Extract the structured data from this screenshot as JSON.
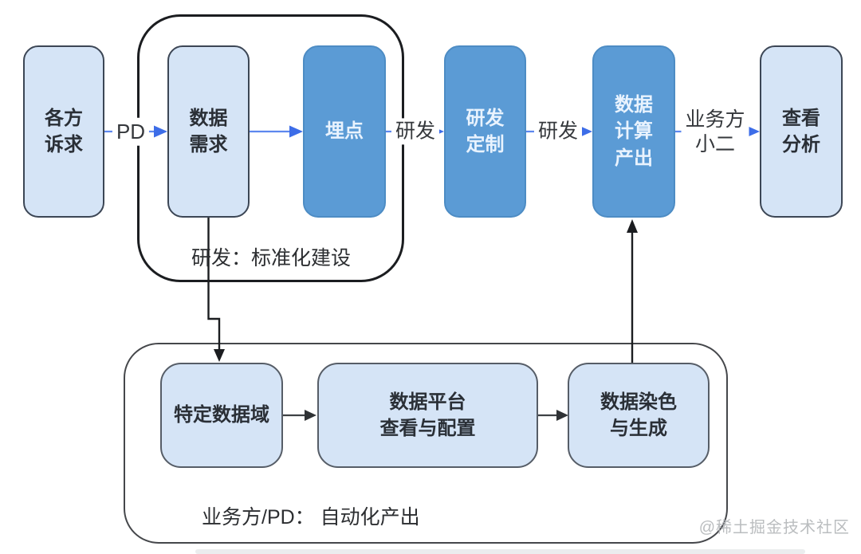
{
  "nodes": {
    "demands": {
      "label": "各方\n诉求"
    },
    "data_requirement": {
      "label": "数据\n需求"
    },
    "tracking": {
      "label": "埋点"
    },
    "rd_custom": {
      "label": "研发\n定制"
    },
    "data_compute_output": {
      "label": "数据\n计算\n产出"
    },
    "view_analysis": {
      "label": "查看\n分析"
    },
    "specific_domain": {
      "label": "特定数据域"
    },
    "data_platform": {
      "label": "数据平台\n查看与配置"
    },
    "data_dyeing": {
      "label": "数据染色\n与生成"
    }
  },
  "edge_labels": {
    "pd": "PD",
    "rd_1": "研发",
    "rd_2": "研发",
    "business_xiaoer": "业务方\n小二"
  },
  "groups": {
    "rd_standardization": "研发：标准化建设",
    "auto_output": "业务方/PD：  自动化产出"
  },
  "watermark": "@稀土掘金技术社区",
  "colors": {
    "light_node_fill": "#d5e4f6",
    "dark_node_fill": "#5b9bd5",
    "blue_arrow": "#3d6de8",
    "blue_arrow_line": "#5d87ee",
    "dark_line": "#1b1d20",
    "gray_line": "#3e4144"
  }
}
